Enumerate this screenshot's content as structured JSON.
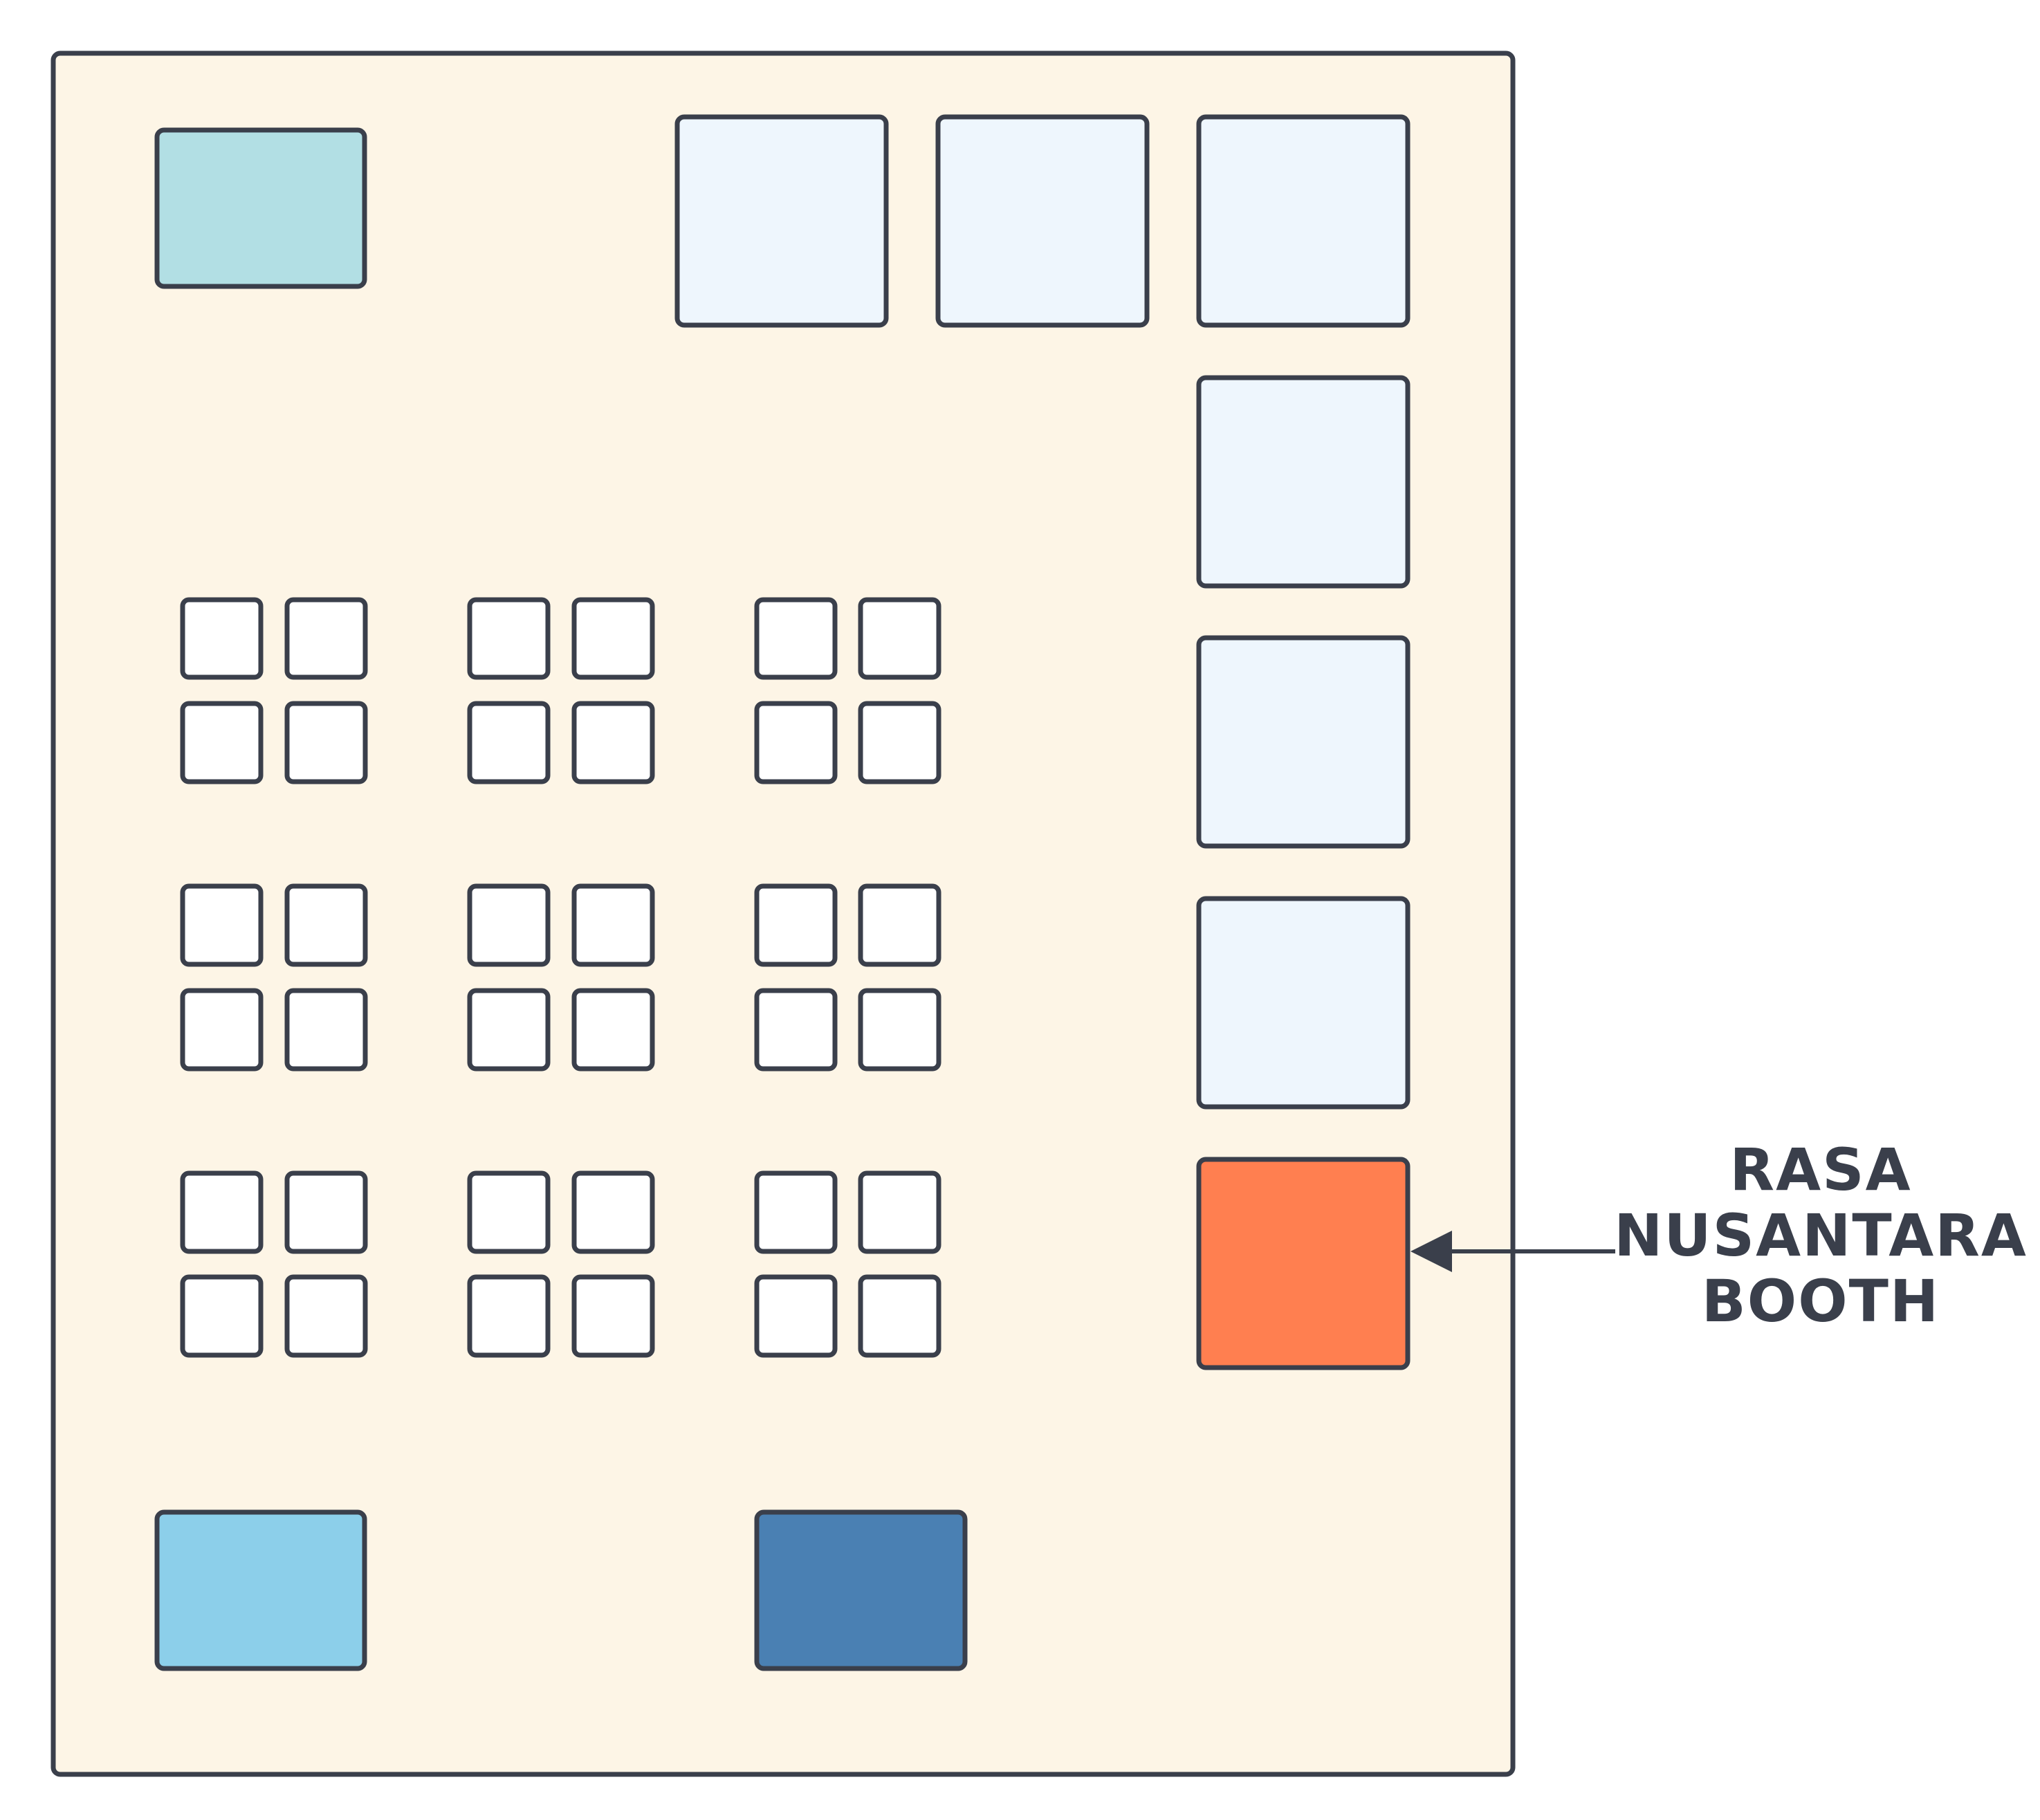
{
  "colors": {
    "background": "#ffffff",
    "hall_fill": "#fdf5e6",
    "stroke": "#3a3f4b",
    "large_booth": "#eef6fd",
    "small_booth": "#ffffff",
    "teal_area": "#b2dfe4",
    "light_blue_area": "#8ccfea",
    "dark_blue_area": "#4a80b3",
    "highlight_booth": "#ff7f50"
  },
  "highlight": {
    "label_lines": [
      "RASA",
      "NUSANTARA",
      "BOOTH"
    ]
  }
}
